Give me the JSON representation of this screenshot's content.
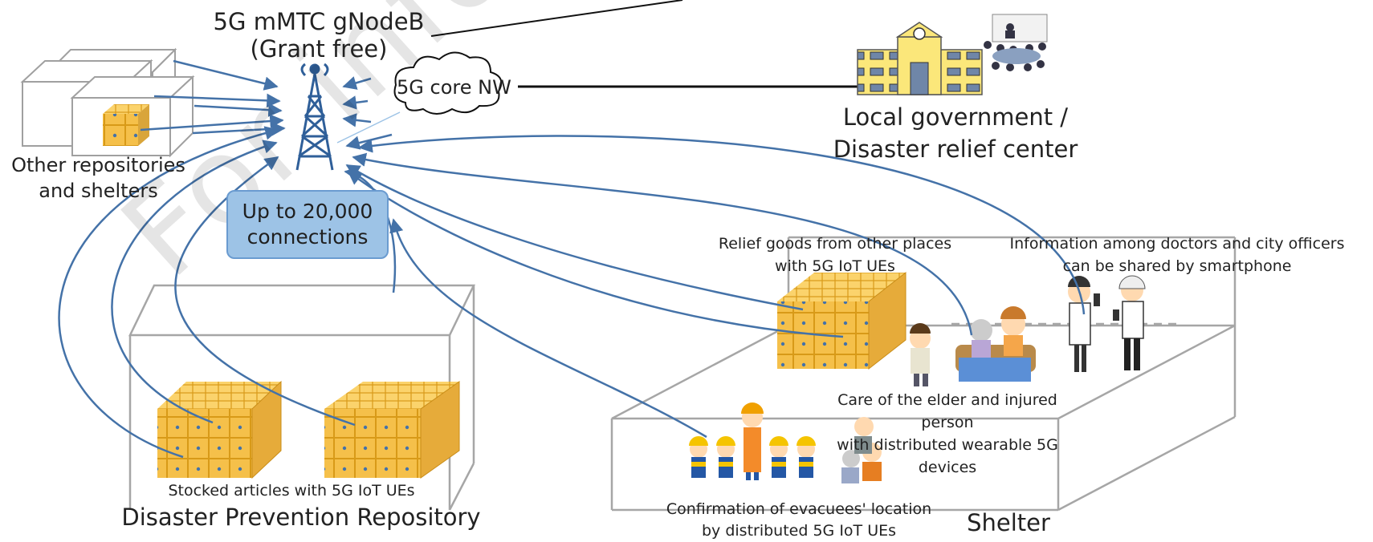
{
  "gnodeb": {
    "line1": "5G mMTC gNodeB",
    "line2": "(Grant free)"
  },
  "core_nw": "5G core NW",
  "connections_box": {
    "line1": "Up to 20,000",
    "line2": "connections"
  },
  "local_gov": {
    "line1": "Local government /",
    "line2": "Disaster relief center"
  },
  "other_repos": {
    "line1": "Other repositories",
    "line2": "and shelters"
  },
  "relief_goods": {
    "line1": "Relief goods from other places",
    "line2": "with 5G IoT UEs"
  },
  "info_shared": {
    "line1": "Information among doctors and city officers",
    "line2": "can be shared by smartphone"
  },
  "care": {
    "line1": "Care of the elder and injured",
    "line2": "person",
    "line3": "with distributed wearable 5G",
    "line4": "devices"
  },
  "stocked": "Stocked articles with 5G IoT UEs",
  "repository": "Disaster Prevention Repository",
  "evacuees": {
    "line1": "Confirmation of evacuees' location",
    "line2": "by distributed 5G IoT UEs"
  },
  "shelter": "Shelter",
  "watermark": "For informational purposes",
  "colors": {
    "arrow": "#4472a8",
    "box_fill": "#9dc3e6",
    "crate": "#f5c04a",
    "crate_dark": "#d89a18",
    "building": "#fbe77a"
  }
}
